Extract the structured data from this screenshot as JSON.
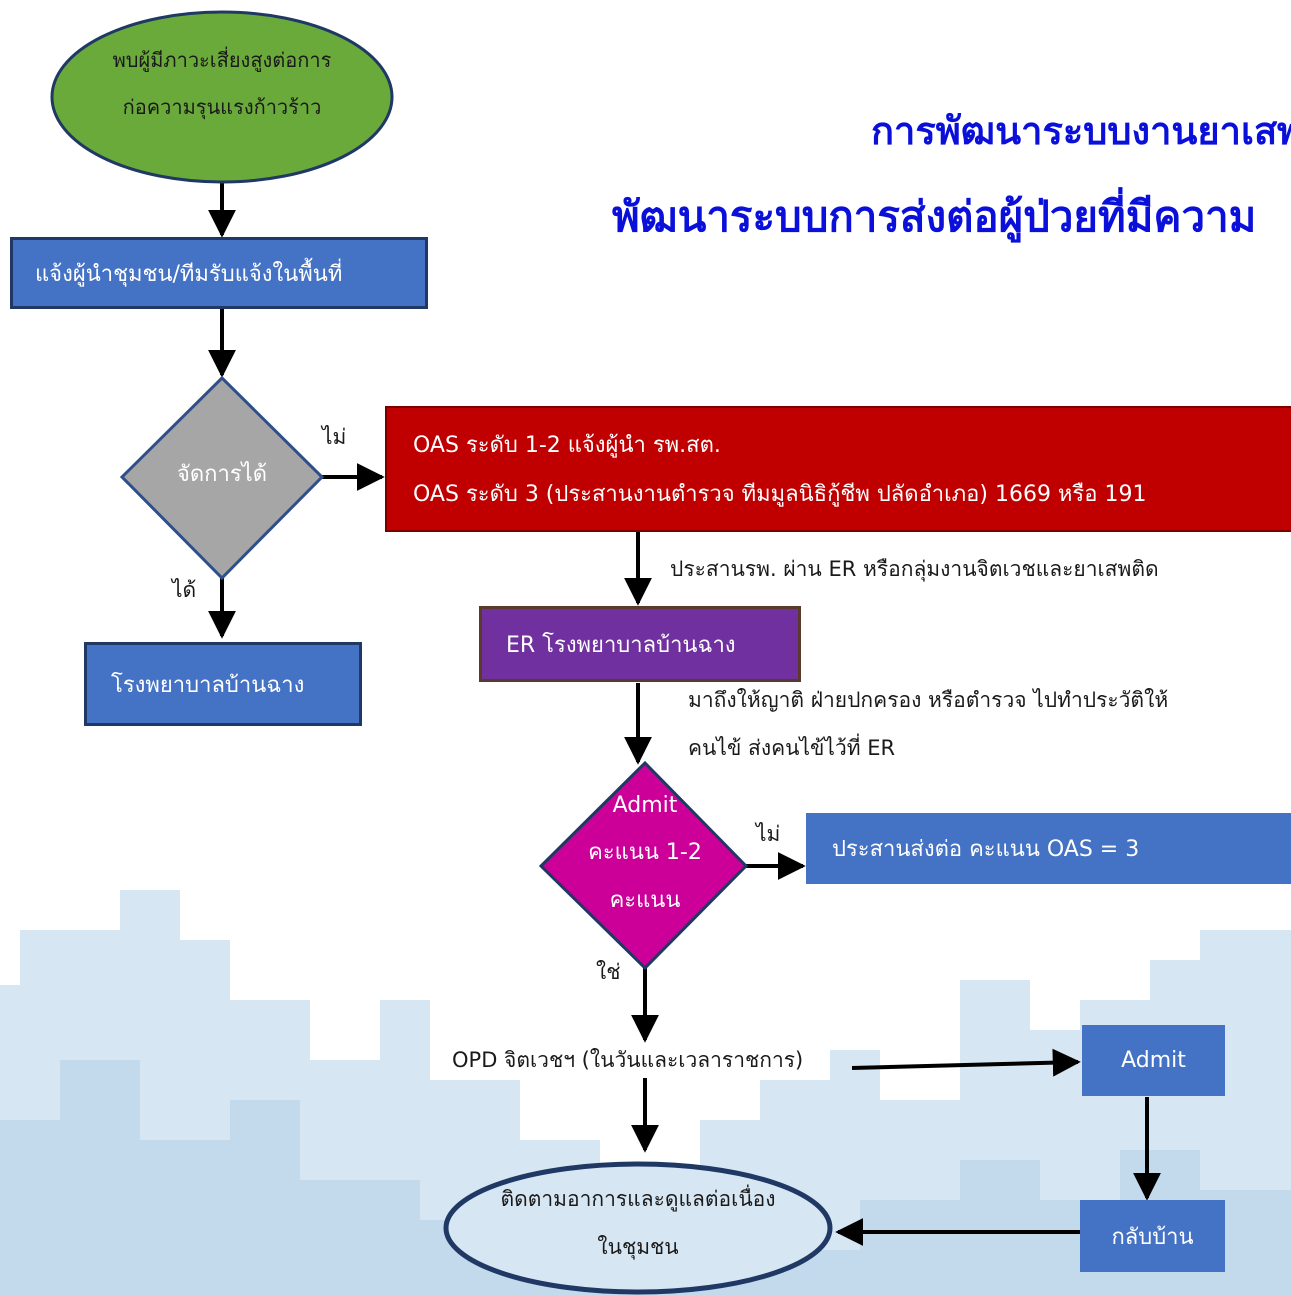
{
  "title": {
    "line1": "การพัฒนาระบบงานยาเสพ",
    "line2": "พัฒนาระบบการส่งต่อผู้ป่วยที่มีความ"
  },
  "nodes": {
    "start_line1": "พบผู้มีภาวะเสี่ยงสูงต่อการ",
    "start_line2": "ก่อความรุนแรงก้าวร้าว",
    "notify": "แจ้งผู้นำชุมชน/ทีมรับแจ้งในพื้นที่",
    "decision_manage": "จัดการได้",
    "hospital_banchang": "โรงพยาบาลบ้านฉาง",
    "oas_line1": "OAS ระดับ 1-2 แจ้งผู้นำ รพ.สต.",
    "oas_line2": "OAS ระดับ 3 (ประสานงานตำรวจ ทีมมูลนิธิกู้ชีพ ปลัดอำเภอ) 1669 หรือ 191",
    "er_hospital": "ER โรงพยาบาลบ้านฉาง",
    "admit_decision_line1": "Admit",
    "admit_decision_line2": "คะแนน 1-2",
    "admit_decision_line3": "คะแนน",
    "refer_oas3": "ประสานส่งต่อ คะแนน OAS = 3",
    "opd": "OPD จิตเวชฯ (ในวันและเวลาราชการ)",
    "admit": "Admit",
    "go_home": "กลับบ้าน",
    "follow_line1": "ติดตามอาการและดูแลต่อเนื่อง",
    "follow_line2": "ในชุมชน"
  },
  "edge_labels": {
    "no_manage": "ไม่",
    "yes_manage": "ได้",
    "coordinate_er": "ประสานรพ. ผ่าน ER หรือกลุ่มงานจิตเวชและยาเสพติด",
    "arrive_line1": "มาถึงให้ญาติ ฝ่ายปกครอง หรือตำรวจ ไปทำประวัติให้",
    "arrive_line2": "คนไข้ ส่งคนไข้ไว้ที่ ER",
    "no_admit": "ไม่",
    "yes_admit": "ใช่"
  },
  "colors": {
    "title": "#0a10d9",
    "start_fill": "#6aaa3a",
    "blue_box": "#4472c4",
    "blue_border": "#1f3864",
    "decision_gray": "#a6a6a6",
    "oas_red": "#c00000",
    "er_purple": "#7030a0",
    "admit_magenta": "#cc0099",
    "skyline": "#cfe2f0",
    "follow_border": "#1f3864"
  }
}
